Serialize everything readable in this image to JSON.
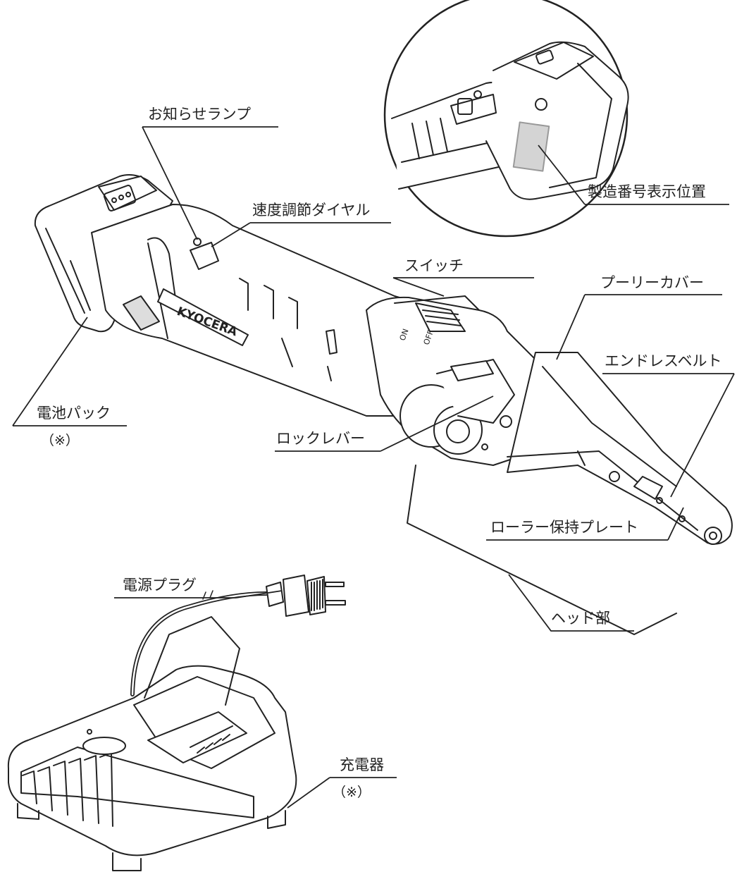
{
  "brand_logo": "KYOCERA",
  "labels": {
    "notification_lamp": "お知らせランプ",
    "speed_dial": "速度調節ダイヤル",
    "serial_position": "製造番号表示位置",
    "switch": "スイッチ",
    "pulley_cover": "プーリーカバー",
    "endless_belt": "エンドレスベルト",
    "battery_pack": "電池パック",
    "battery_note": "（※）",
    "lock_lever": "ロックレバー",
    "roller_plate": "ローラー保持プレート",
    "power_plug": "電源プラグ",
    "head": "ヘッド部",
    "charger": "充電器",
    "charger_note": "（※）"
  },
  "switch_marks": {
    "on": "ON",
    "off": "OFF"
  },
  "colors": {
    "line": "#222222",
    "fill": "#ffffff",
    "shade": "#d4d4d4"
  }
}
